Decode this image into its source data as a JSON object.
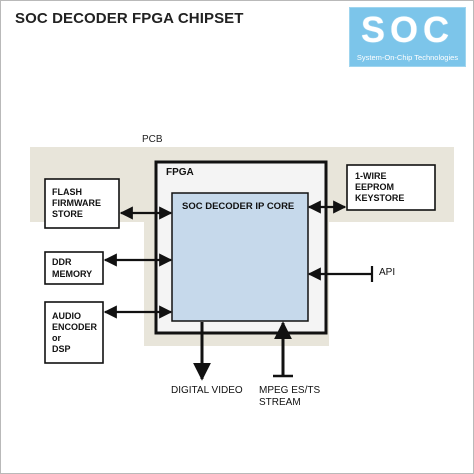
{
  "header": {
    "title": "SOC DECODER FPGA CHIPSET"
  },
  "logo": {
    "mark": "SOC",
    "tagline": "System-On-Chip Technologies"
  },
  "diagram": {
    "pcb_label": "PCB",
    "fpga_label": "FPGA",
    "core_label": "SOC DECODER IP CORE",
    "blocks": {
      "flash": [
        "FLASH",
        "FIRMWARE",
        "STORE"
      ],
      "ddr": [
        "DDR",
        "MEMORY"
      ],
      "audio": [
        "AUDIO",
        "ENCODER",
        "or",
        "DSP"
      ],
      "eeprom": [
        "1-WIRE",
        "EEPROM",
        "KEYSTORE"
      ]
    },
    "api_label": "API",
    "digital_video_label": "DIGITAL VIDEO",
    "mpeg_label": [
      "MPEG ES/TS",
      "STREAM"
    ]
  },
  "colors": {
    "pcb_fill": "#e8e5da",
    "fpga_fill": "#f4f4f4",
    "core_fill": "#c6d9eb",
    "logo_fill": "#7cc5ea",
    "stroke": "#111111"
  }
}
